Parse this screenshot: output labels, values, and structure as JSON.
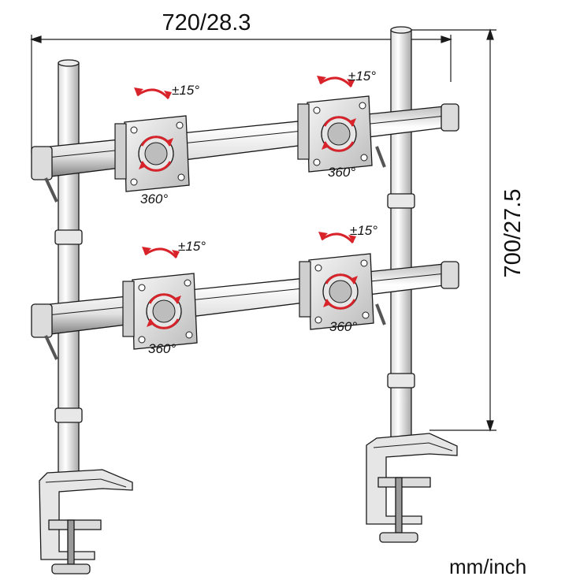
{
  "dimensions": {
    "width_label": "720/28.3",
    "height_label": "700/27.5",
    "unit_label": "mm/inch"
  },
  "plates": [
    {
      "position": "upper-left",
      "tilt_label": "±15°",
      "rotate_label": "360°"
    },
    {
      "position": "upper-right",
      "tilt_label": "±15°",
      "rotate_label": "360°"
    },
    {
      "position": "lower-left",
      "tilt_label": "±15°",
      "rotate_label": "360°"
    },
    {
      "position": "lower-right",
      "tilt_label": "±15°",
      "rotate_label": "360°"
    }
  ],
  "colors": {
    "line": "#1a1a1a",
    "metal_light": "#f2f2f2",
    "metal_mid": "#cfcfcf",
    "metal_dark": "#8a8a8a",
    "accent_red": "#d8232a"
  }
}
